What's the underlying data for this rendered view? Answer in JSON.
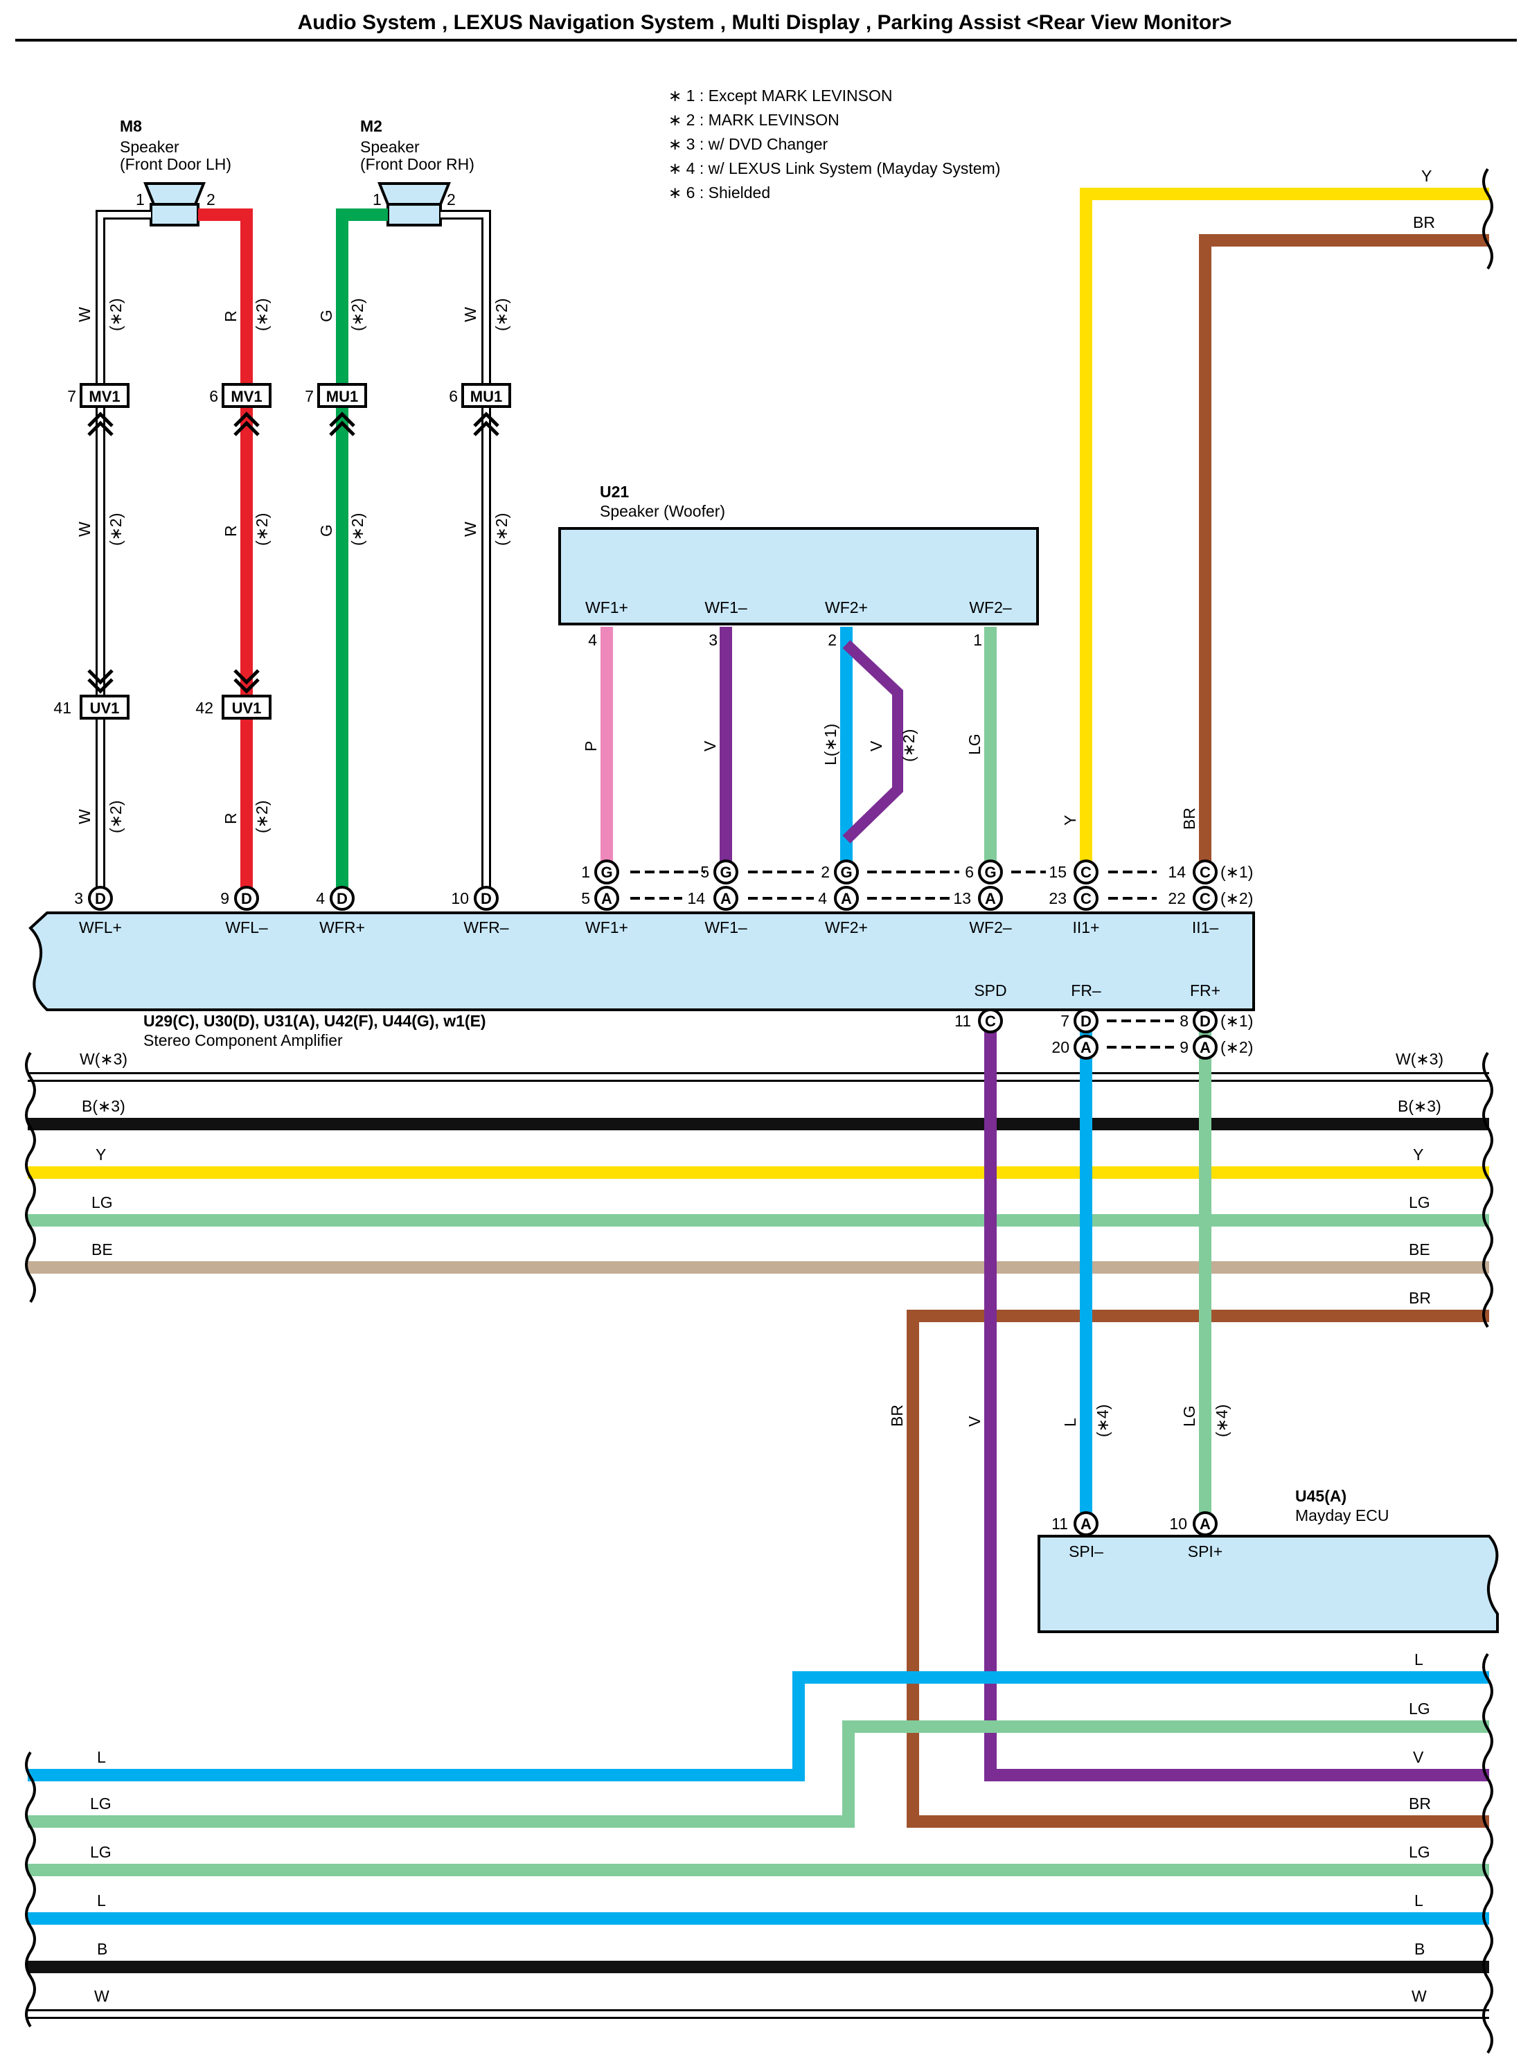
{
  "title": "Audio System , LEXUS Navigation System , Multi Display , Parking Assist <Rear View Monitor>",
  "notes": [
    "∗ 1 : Except MARK LEVINSON",
    "∗ 2 : MARK LEVINSON",
    "∗ 3 : w/ DVD Changer",
    "∗ 4 : w/ LEXUS Link System (Mayday System)",
    "∗ 6 : Shielded"
  ],
  "colors": {
    "R": "#e8202a",
    "G": "#00a650",
    "W": "#ffffff",
    "P": "#ee88bb",
    "V": "#7b2d94",
    "L": "#00aeef",
    "LG": "#82cc9c",
    "Y": "#ffe000",
    "BR": "#a0522d",
    "B": "#111111",
    "BE": "#c4ad95",
    "component_fill": "#c8e8f8"
  },
  "components": {
    "m8": {
      "code": "M8",
      "name": "Speaker",
      "sub": "(Front Door LH)",
      "pin1": "1",
      "pin2": "2"
    },
    "m2": {
      "code": "M2",
      "name": "Speaker",
      "sub": "(Front Door RH)",
      "pin1": "1",
      "pin2": "2"
    },
    "u21": {
      "code": "U21",
      "name": "Speaker (Woofer)",
      "terminals": [
        "WF1+",
        "WF1–",
        "WF2+",
        "WF2–"
      ],
      "pins": [
        "4",
        "3",
        "2",
        "1"
      ]
    },
    "amp": {
      "code": "U29(C), U30(D), U31(A), U42(F), U44(G), w1(E)",
      "name": "Stereo Component Amplifier",
      "top_terminals": [
        "WFL+",
        "WFL–",
        "WFR+",
        "WFR–",
        "WF1+",
        "WF1–",
        "WF2+",
        "WF2–",
        "II1+",
        "II1–"
      ],
      "bottom_terminals": [
        "SPD",
        "FR–",
        "FR+"
      ]
    },
    "u45": {
      "code": "U45(A)",
      "name": "Mayday ECU",
      "terminals": [
        "SPI–",
        "SPI+"
      ],
      "pins": [
        "11",
        "10"
      ]
    }
  },
  "connectors": {
    "mv1_left": {
      "pin": "7",
      "name": "MV1"
    },
    "mv1_right": {
      "pin": "6",
      "name": "MV1"
    },
    "mu1_left": {
      "pin": "7",
      "name": "MU1"
    },
    "mu1_right": {
      "pin": "6",
      "name": "MU1"
    },
    "uv1_left": {
      "pin": "41",
      "name": "UV1"
    },
    "uv1_right": {
      "pin": "42",
      "name": "UV1"
    }
  },
  "amp_top_pins": [
    {
      "pin": "3",
      "conn": "D"
    },
    {
      "pin": "9",
      "conn": "D"
    },
    {
      "pin": "4",
      "conn": "D"
    },
    {
      "pin": "10",
      "conn": "D"
    }
  ],
  "woofer_pins_row1": [
    {
      "pin": "1",
      "conn": "G"
    },
    {
      "pin": "5",
      "conn": "G"
    },
    {
      "pin": "2",
      "conn": "G"
    },
    {
      "pin": "6",
      "conn": "G"
    },
    {
      "pin": "15",
      "conn": "C"
    },
    {
      "pin": "14",
      "conn": "C"
    }
  ],
  "woofer_pins_row2": [
    {
      "pin": "5",
      "conn": "A"
    },
    {
      "pin": "14",
      "conn": "A"
    },
    {
      "pin": "4",
      "conn": "A"
    },
    {
      "pin": "13",
      "conn": "A"
    },
    {
      "pin": "23",
      "conn": "C"
    },
    {
      "pin": "22",
      "conn": "C"
    }
  ],
  "row_notes": [
    "(∗1)",
    "(∗2)"
  ],
  "amp_bottom_pins": {
    "spd": {
      "pin": "11",
      "conn": "C"
    },
    "fr_minus_1": {
      "pin": "7",
      "conn": "D"
    },
    "fr_minus_2": {
      "pin": "20",
      "conn": "A"
    },
    "fr_plus_1": {
      "pin": "8",
      "conn": "D"
    },
    "fr_plus_2": {
      "pin": "9",
      "conn": "A"
    }
  },
  "u45_pins": [
    {
      "pin": "11",
      "conn": "A"
    },
    {
      "pin": "10",
      "conn": "A"
    }
  ],
  "wire_labels": {
    "w": "W",
    "r": "R",
    "g": "G",
    "p": "P",
    "v": "V",
    "l_star1": "L(∗1)",
    "lg": "LG",
    "y": "Y",
    "br": "BR",
    "l": "L",
    "star2": "(∗2)",
    "star4": "(∗4)"
  },
  "bus_upper": [
    "W(∗3)",
    "B(∗3)",
    "Y",
    "LG",
    "BE"
  ],
  "bus_upper_right_extra": "BR",
  "top_right_wires": [
    "Y",
    "BR"
  ],
  "bus_lower_left": [
    "L",
    "LG",
    "LG",
    "L",
    "B",
    "W"
  ],
  "bus_lower_right": [
    "L",
    "LG",
    "V",
    "BR",
    "LG",
    "L",
    "B",
    "W"
  ]
}
